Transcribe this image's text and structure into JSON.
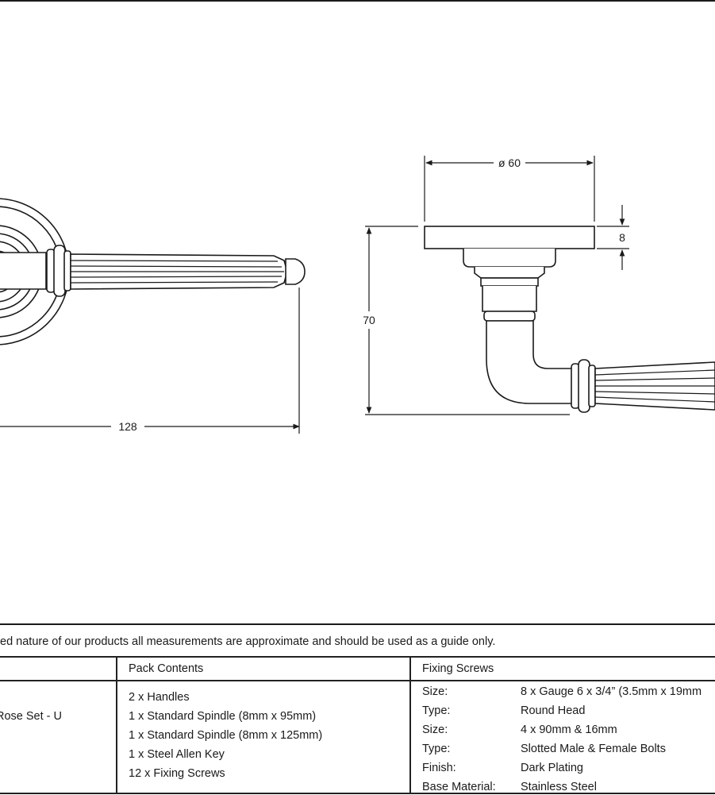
{
  "dimensions": {
    "length": "128",
    "diameter": "ø 60",
    "rose_thickness": "8",
    "height": "70"
  },
  "note": "ed nature of our products all measurements are approximate and should be used as a guide only.",
  "table": {
    "product_name": "Rose Set - U",
    "pack_contents_header": "Pack Contents",
    "pack_contents": [
      "2 x Handles",
      "1 x Standard Spindle (8mm x 95mm)",
      "1 x Standard Spindle (8mm x 125mm)",
      "1 x Steel Allen Key",
      "12 x Fixing Screws"
    ],
    "fixing_screws_header": "Fixing Screws",
    "fixing_screws": [
      {
        "key": "Size:",
        "value": "8 x Gauge 6 x 3/4” (3.5mm x 19mm"
      },
      {
        "key": "Type:",
        "value": "Round Head"
      },
      {
        "key": "Size:",
        "value": "4 x 90mm & 16mm"
      },
      {
        "key": "Type:",
        "value": "Slotted Male & Female Bolts"
      },
      {
        "key": "Finish:",
        "value": "Dark Plating"
      },
      {
        "key": "Base Material:",
        "value": "Stainless Steel"
      }
    ]
  }
}
